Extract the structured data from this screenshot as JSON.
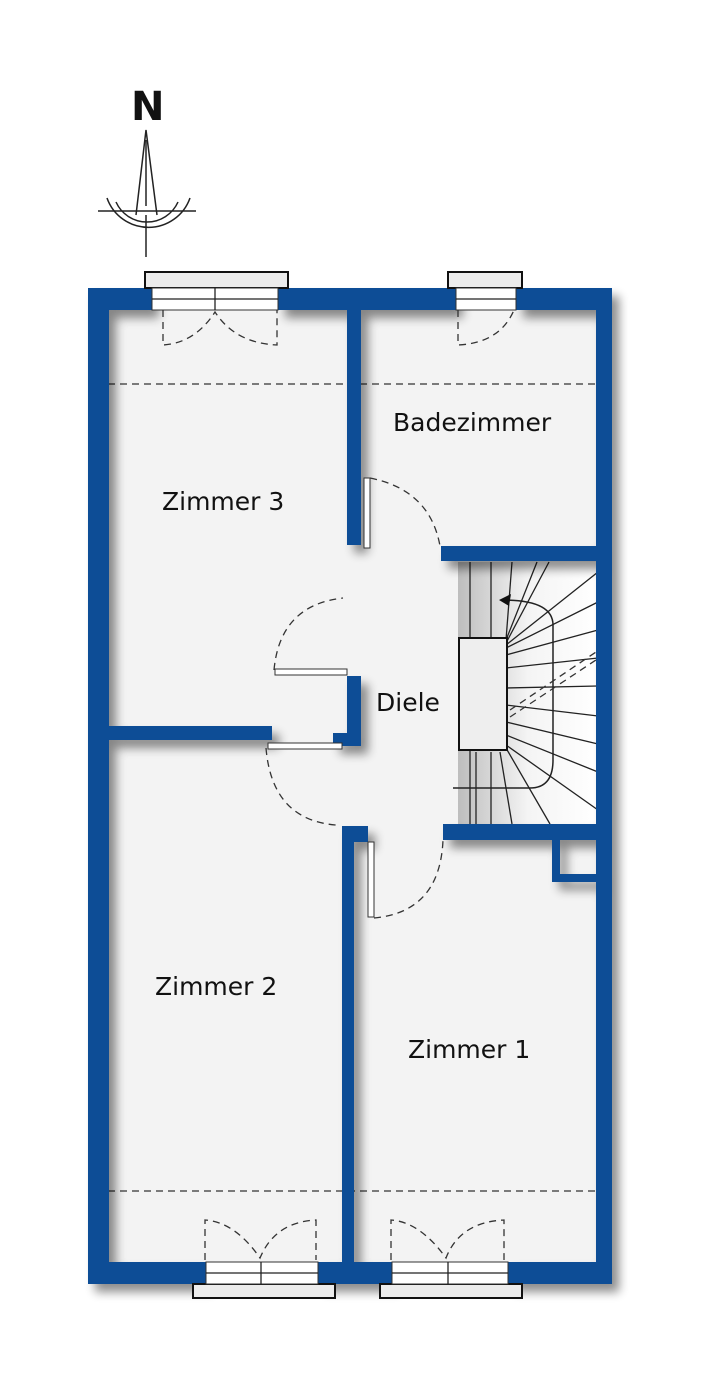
{
  "compass": {
    "label": "N"
  },
  "colors": {
    "wall": "#0a4d96",
    "floor": "#f3f3f3",
    "background": "#ffffff",
    "line": "#222222"
  },
  "rooms": [
    {
      "id": "zimmer-3",
      "label": "Zimmer 3"
    },
    {
      "id": "badezimmer",
      "label": "Badezimmer"
    },
    {
      "id": "diele",
      "label": "Diele"
    },
    {
      "id": "zimmer-2",
      "label": "Zimmer 2"
    },
    {
      "id": "zimmer-1",
      "label": "Zimmer 1"
    }
  ]
}
